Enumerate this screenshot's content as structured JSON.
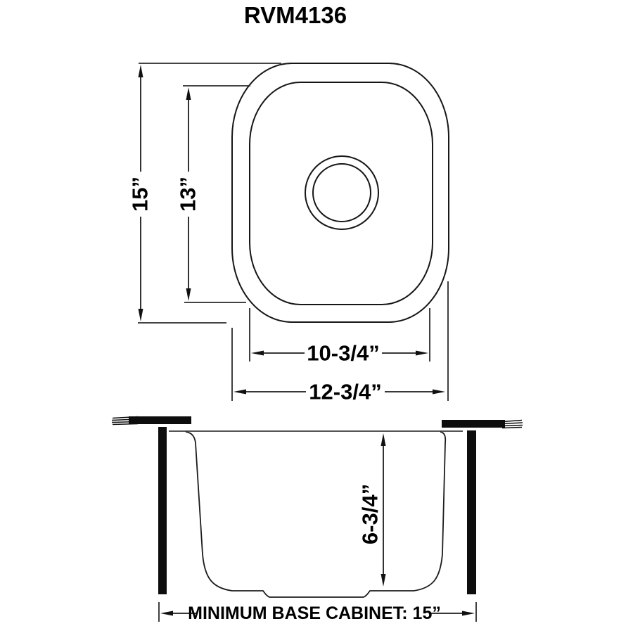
{
  "title": "RVM4136",
  "top_view": {
    "overall_height_label": "15”",
    "bowl_height_label": "13”",
    "bowl_width_label": "10-3/4”",
    "overall_width_label": "12-3/4”"
  },
  "side_view": {
    "bowl_depth_label": "6-3/4”",
    "cabinet_label": "MINIMUM BASE CABINET: 15”"
  },
  "colors": {
    "background": "#ffffff",
    "line": "#161616",
    "text": "#000000"
  }
}
